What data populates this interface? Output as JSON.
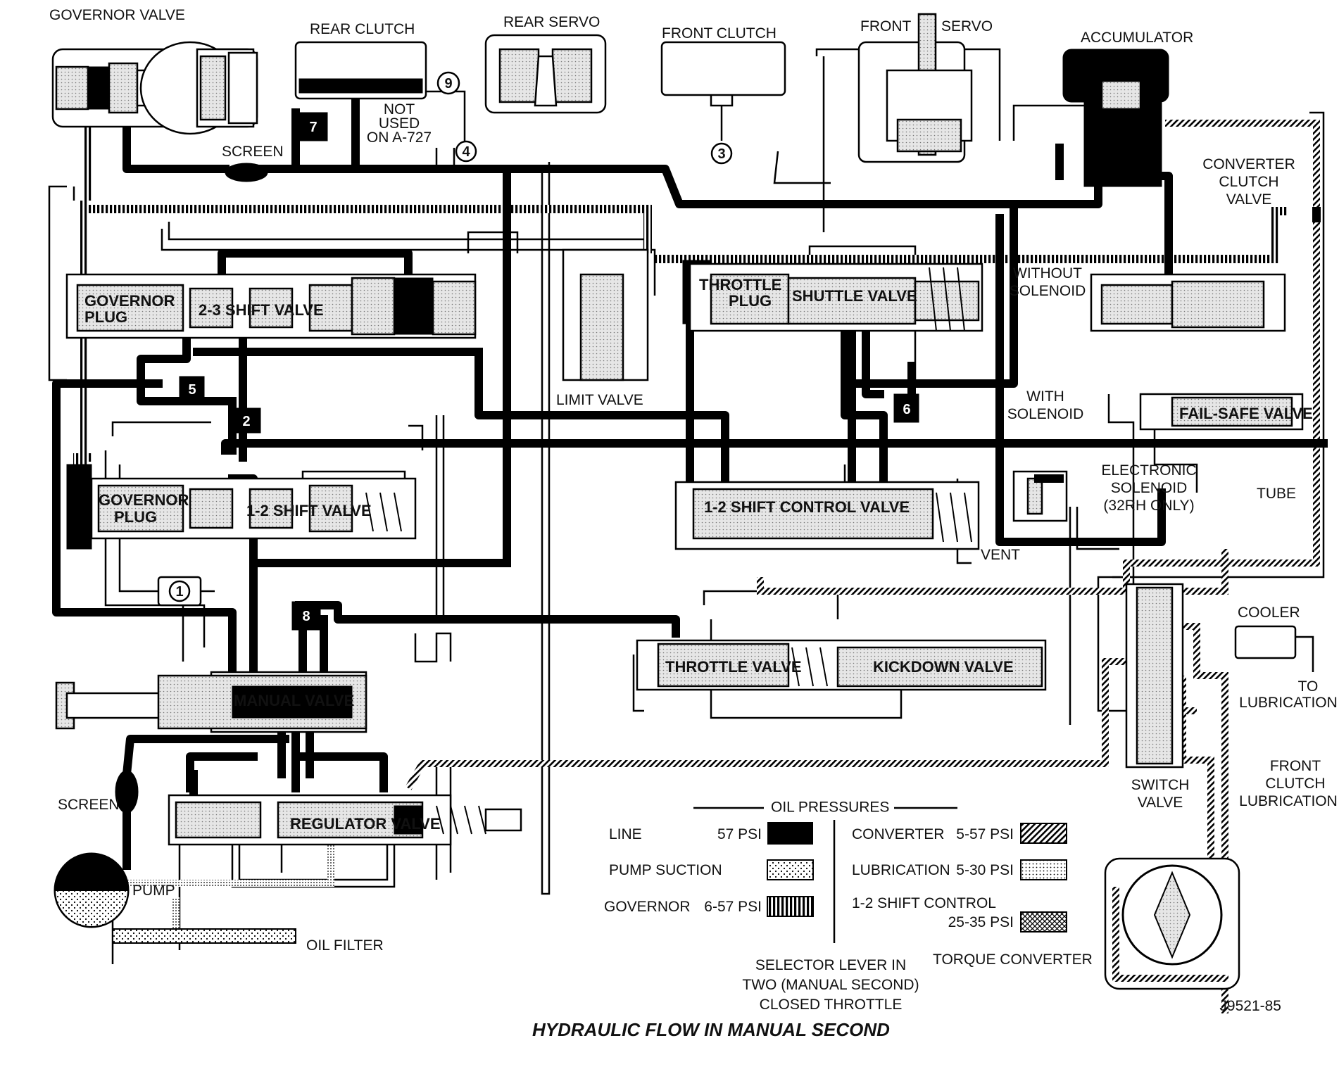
{
  "caption": "HYDRAULIC FLOW IN MANUAL SECOND",
  "figure_id": "J9521-85",
  "components": {
    "governor_valve": "GOVERNOR VALVE",
    "rear_clutch": "REAR CLUTCH",
    "rear_servo": "REAR SERVO",
    "front_clutch": "FRONT CLUTCH",
    "front_servo_a": "FRONT",
    "front_servo_b": "SERVO",
    "accumulator": "ACCUMULATOR",
    "screen_top": "SCREEN",
    "not_used_1": "NOT",
    "not_used_2": "USED",
    "not_used_3": "ON A-727",
    "converter_clutch_valve_1": "CONVERTER",
    "converter_clutch_valve_2": "CLUTCH",
    "converter_clutch_valve_3": "VALVE",
    "governor_plug_upper_1": "GOVERNOR",
    "governor_plug_upper_2": "PLUG",
    "shift_valve_23": "2-3 SHIFT VALVE",
    "throttle_plug_1": "THROTTLE",
    "throttle_plug_2": "PLUG",
    "shuttle_valve": "SHUTTLE VALVE",
    "without_solenoid_1": "WITHOUT",
    "without_solenoid_2": "SOLENOID",
    "limit_valve": "LIMIT VALVE",
    "with_solenoid_1": "WITH",
    "with_solenoid_2": "SOLENOID",
    "fail_safe_valve": "FAIL-SAFE VALVE",
    "governor_plug_lower_1": "GOVERNOR",
    "governor_plug_lower_2": "PLUG",
    "shift_valve_12": "1-2 SHIFT VALVE",
    "shift_control_valve_12": "1-2 SHIFT CONTROL VALVE",
    "electronic_solenoid_1": "ELECTRONIC",
    "electronic_solenoid_2": "SOLENOID",
    "electronic_solenoid_3": "(32RH ONLY)",
    "tube": "TUBE",
    "vent": "VENT",
    "throttle_valve": "THROTTLE VALVE",
    "kickdown_valve": "KICKDOWN VALVE",
    "cooler": "COOLER",
    "to_lubrication_1": "TO",
    "to_lubrication_2": "LUBRICATION",
    "manual_valve": "MANUAL VALVE",
    "front_clutch_lube_1": "FRONT",
    "front_clutch_lube_2": "CLUTCH",
    "front_clutch_lube_3": "LUBRICATION",
    "switch_valve_1": "SWITCH",
    "switch_valve_2": "VALVE",
    "screen_bottom": "SCREEN",
    "regulator_valve": "REGULATOR VALVE",
    "pump": "PUMP",
    "oil_filter": "OIL FILTER",
    "torque_converter": "TORQUE CONVERTER"
  },
  "circuit_numbers": [
    "1",
    "2",
    "3",
    "4",
    "5",
    "6",
    "7",
    "8",
    "9"
  ],
  "legend": {
    "title": "OIL PRESSURES",
    "items": [
      {
        "name": "LINE",
        "value": "57 PSI",
        "swatch": "solid"
      },
      {
        "name": "PUMP SUCTION",
        "value": "",
        "swatch": "dots"
      },
      {
        "name": "GOVERNOR",
        "value": "6-57 PSI",
        "swatch": "vbars"
      },
      {
        "name": "CONVERTER",
        "value": "5-57 PSI",
        "swatch": "hatch"
      },
      {
        "name": "LUBRICATION",
        "value": "5-30 PSI",
        "swatch": "fine-dots"
      },
      {
        "name": "1-2 SHIFT CONTROL",
        "value": "25-35 PSI",
        "swatch": "cross-hatch"
      }
    ]
  },
  "selector_note": [
    "SELECTOR LEVER IN",
    "TWO (MANUAL SECOND)",
    "CLOSED THROTTLE"
  ],
  "colors": {
    "ink": "#000000",
    "paper": "#ffffff"
  }
}
